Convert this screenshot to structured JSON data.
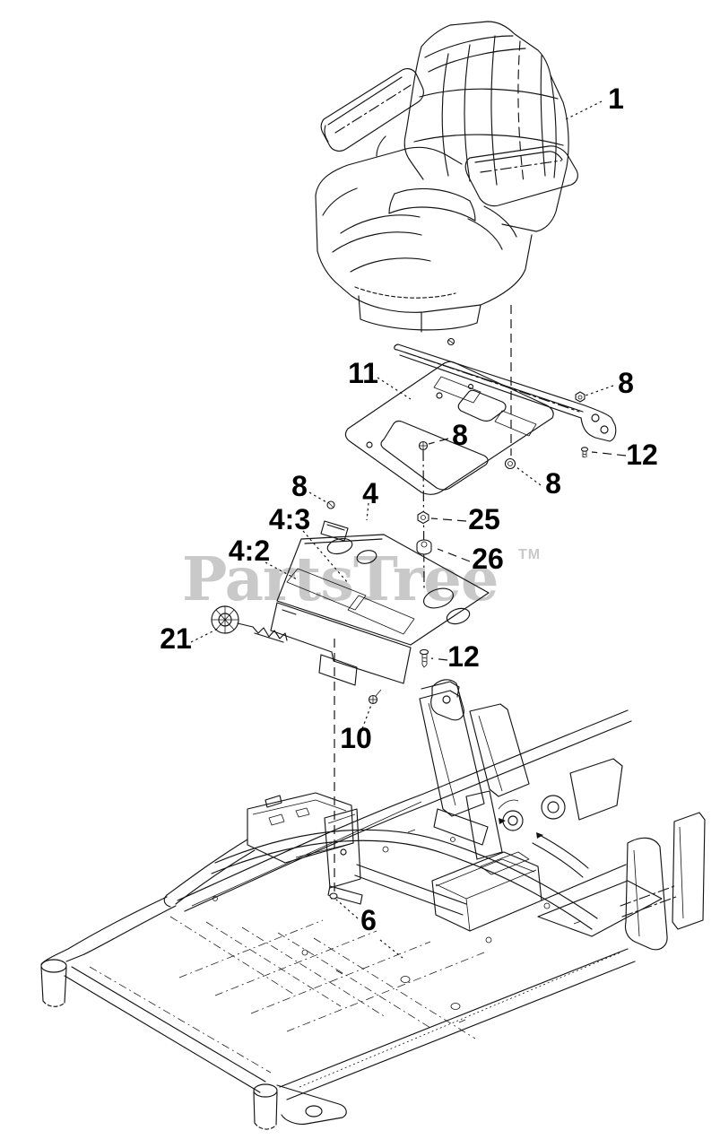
{
  "canvas": {
    "background": "#ffffff",
    "line_color": "#141414"
  },
  "watermark": {
    "text": "PartsTree",
    "trademark": "TM",
    "color": "#c9c9c9"
  },
  "labels": [
    {
      "text": "1"
    },
    {
      "text": "11"
    },
    {
      "text": "8"
    },
    {
      "text": "8"
    },
    {
      "text": "12"
    },
    {
      "text": "8"
    },
    {
      "text": "8"
    },
    {
      "text": "4"
    },
    {
      "text": "4:3"
    },
    {
      "text": "25"
    },
    {
      "text": "4:2"
    },
    {
      "text": "26"
    },
    {
      "text": "21"
    },
    {
      "text": "12"
    },
    {
      "text": "10"
    },
    {
      "text": "6"
    }
  ]
}
